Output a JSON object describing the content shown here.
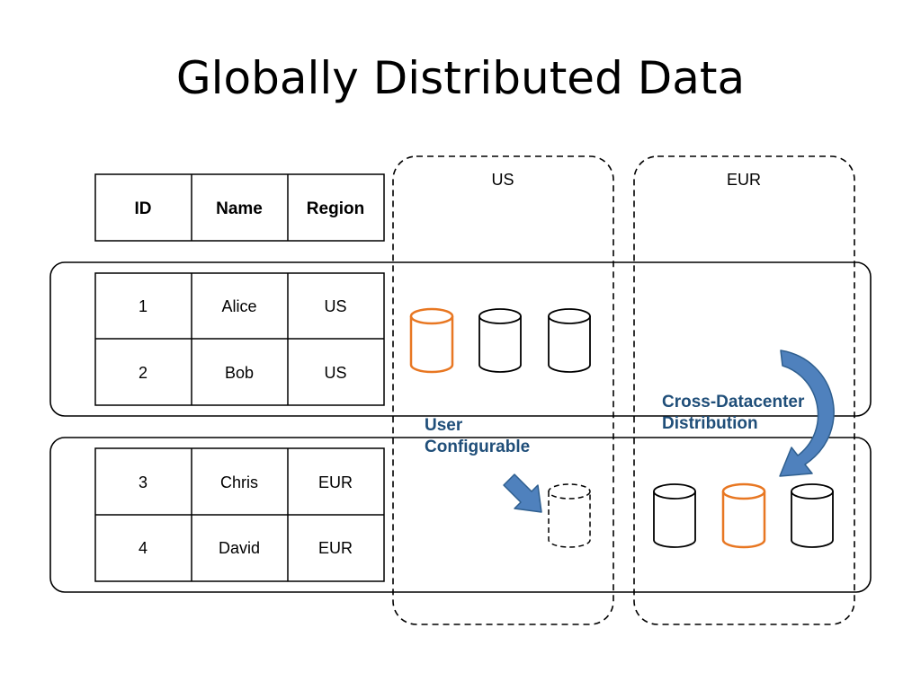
{
  "title": "Globally Distributed Data",
  "table": {
    "headers": [
      "ID",
      "Name",
      "Region"
    ],
    "rows": [
      [
        "1",
        "Alice",
        "US"
      ],
      [
        "2",
        "Bob",
        "US"
      ],
      [
        "3",
        "Chris",
        "EUR"
      ],
      [
        "4",
        "David",
        "EUR"
      ]
    ]
  },
  "regions": [
    {
      "label": "US"
    },
    {
      "label": "EUR"
    }
  ],
  "notes": {
    "user_configurable": [
      "User",
      "Configurable"
    ],
    "cross_dc": [
      "Cross-Datacenter",
      "Distribution"
    ]
  },
  "colors": {
    "leader": "#e87722",
    "replica": "#000000",
    "arrow": "#4f81bd",
    "arrow_stroke": "#2f5f8f",
    "note_text": "#1f4e79"
  }
}
